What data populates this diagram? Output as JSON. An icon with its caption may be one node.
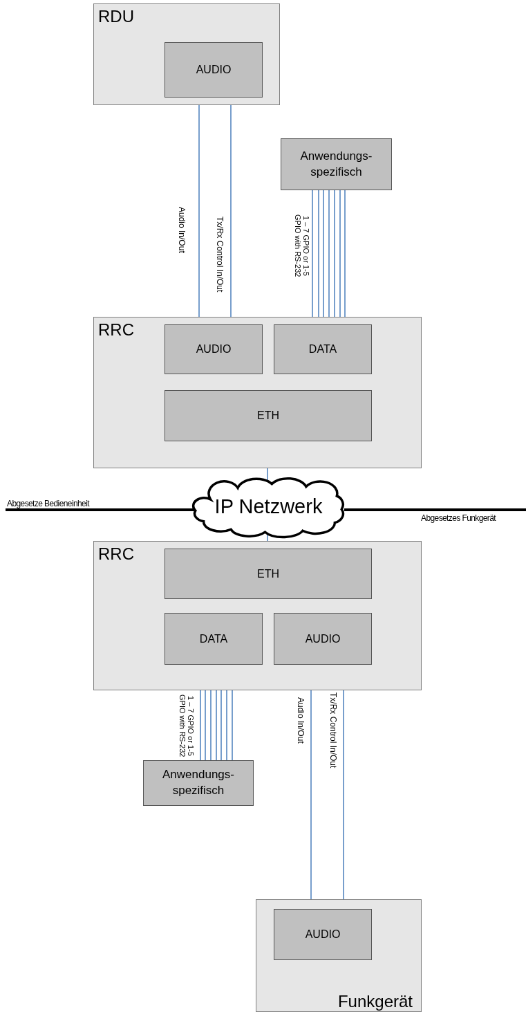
{
  "diagram": {
    "nodes": [
      {
        "text": [
          "RDU"
        ]
      },
      {
        "text": [
          "AUDIO"
        ],
        "in": 0
      },
      {
        "text": [
          "Anwendungs-spezifisch"
        ]
      },
      {
        "text": [
          "RRC"
        ]
      },
      {
        "text": [
          "AUDIO"
        ],
        "in": 3
      },
      {
        "text": [
          "DATA"
        ],
        "in": 3
      },
      {
        "text": [
          "ETH"
        ],
        "in": 3
      },
      {
        "text": [
          "IP Netzwerk"
        ]
      },
      {
        "text": [
          "RRC"
        ]
      },
      {
        "text": [
          "ETH"
        ],
        "in": 8
      },
      {
        "text": [
          "DATA"
        ],
        "in": 8
      },
      {
        "text": [
          "AUDIO"
        ],
        "in": 8
      },
      {
        "text": [
          "Anwendungs-spezifisch"
        ]
      },
      {
        "text": [
          "Funkgerät"
        ]
      },
      {
        "text": [
          "AUDIO"
        ],
        "in": 13
      }
    ],
    "edges": [
      {
        "from": 1,
        "to": 4,
        "arrow": "none",
        "label": "Audio In/Out"
      },
      {
        "from": 1,
        "to": 4,
        "arrow": "none",
        "label": "Tx/Rx Control In/Out"
      },
      {
        "from": 2,
        "to": 5,
        "arrow": "none",
        "label": "1 – 7 GPIO or 1-5 GPIO with RS-232"
      },
      {
        "from": 2,
        "to": 5,
        "arrow": "none"
      },
      {
        "from": 2,
        "to": 5,
        "arrow": "none"
      },
      {
        "from": 2,
        "to": 5,
        "arrow": "none"
      },
      {
        "from": 2,
        "to": 5,
        "arrow": "none"
      },
      {
        "from": 2,
        "to": 5,
        "arrow": "none"
      },
      {
        "from": 2,
        "to": 5,
        "arrow": "none"
      },
      {
        "from": 6,
        "to": 7,
        "arrow": "none"
      },
      {
        "from": null,
        "to": 7,
        "arrow": "none",
        "label": "Abgesetze Bedieneinheit",
        "style": "thick",
        "color": "#000000"
      },
      {
        "from": 7,
        "to": null,
        "arrow": "none",
        "label": "Abgesetzes Funkgerät",
        "style": "thick",
        "color": "#000000"
      },
      {
        "from": 7,
        "to": 9,
        "arrow": "none"
      },
      {
        "from": 10,
        "to": 12,
        "arrow": "none",
        "label": "1 – 7 GPIO or 1-5 GPIO with RS-232"
      },
      {
        "from": 10,
        "to": 12,
        "arrow": "none"
      },
      {
        "from": 10,
        "to": 12,
        "arrow": "none"
      },
      {
        "from": 10,
        "to": 12,
        "arrow": "none"
      },
      {
        "from": 10,
        "to": 12,
        "arrow": "none"
      },
      {
        "from": 10,
        "to": 12,
        "arrow": "none"
      },
      {
        "from": 10,
        "to": 12,
        "arrow": "none"
      },
      {
        "from": 11,
        "to": 14,
        "arrow": "none",
        "label": "Audio In/Out"
      },
      {
        "from": 11,
        "to": 14,
        "arrow": "none",
        "label": "Tx/Rx Control In/Out"
      }
    ]
  }
}
